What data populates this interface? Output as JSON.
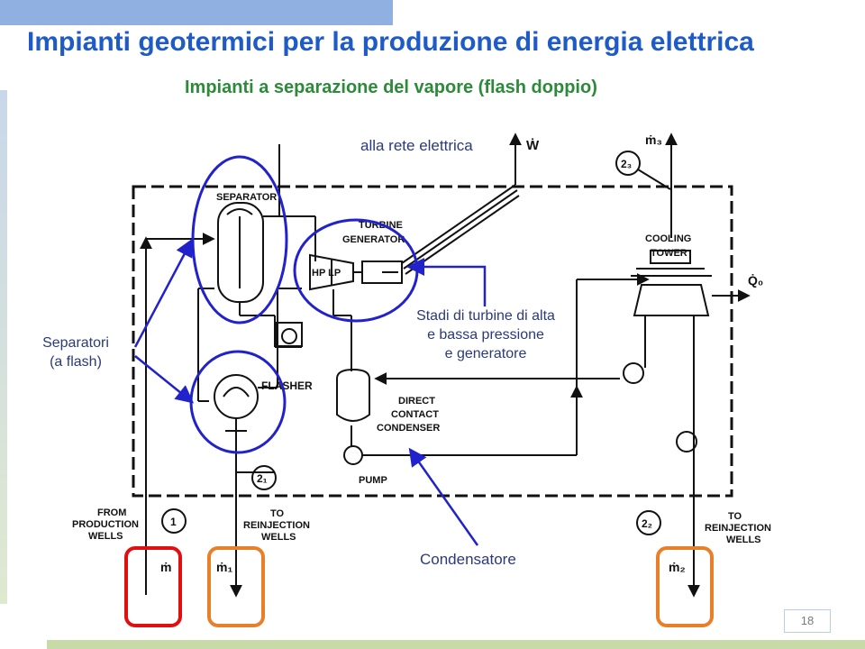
{
  "slide": {
    "title": "Impianti geotermici per la produzione di energia elettrica",
    "subtitle": "Impianti a separazione del vapore (flash doppio)",
    "page_number": "18"
  },
  "annotations": {
    "grid": "alla rete elettrica",
    "separators": "Separatori\n(a flash)",
    "turbine": "Stadi di turbine di alta\ne bassa pressione\ne generatore",
    "condenser": "Condensatore"
  },
  "diagram_labels": {
    "separator": "SEPARATOR",
    "turbine_line1": "TURBINE",
    "turbine_line2": "GENERATOR",
    "hp_lp": "HP LP",
    "flasher": "FLASHER",
    "cooling_line1": "COOLING",
    "cooling_line2": "TOWER",
    "condenser_line1": "DIRECT",
    "condenser_line2": "CONTACT",
    "condenser_line3": "CONDENSER",
    "pump": "PUMP",
    "from_line1": "FROM",
    "from_line2": "PRODUCTION",
    "from_line3": "WELLS",
    "reinj1_line1": "TO",
    "reinj1_line2": "REINJECTION",
    "reinj1_line3": "WELLS",
    "reinj2_line1": "TO",
    "reinj2_line2": "REINJECTION",
    "reinj2_line3": "WELLS",
    "state1": "1",
    "state21": "2₁",
    "state22": "2₂",
    "state23": "2₃",
    "w_dot": "Ẇ",
    "m_dot": "ṁ",
    "m1_dot": "ṁ₁",
    "m2_dot": "ṁ₂",
    "m3_dot": "ṁ₃",
    "q0_dot": "Q̇₀"
  },
  "colors": {
    "title": "#1f5bc6",
    "subtitle": "#2c8a3a",
    "highlight_blue": "#2222cc",
    "highlight_red": "#e01010",
    "highlight_orange": "#e8802a"
  }
}
